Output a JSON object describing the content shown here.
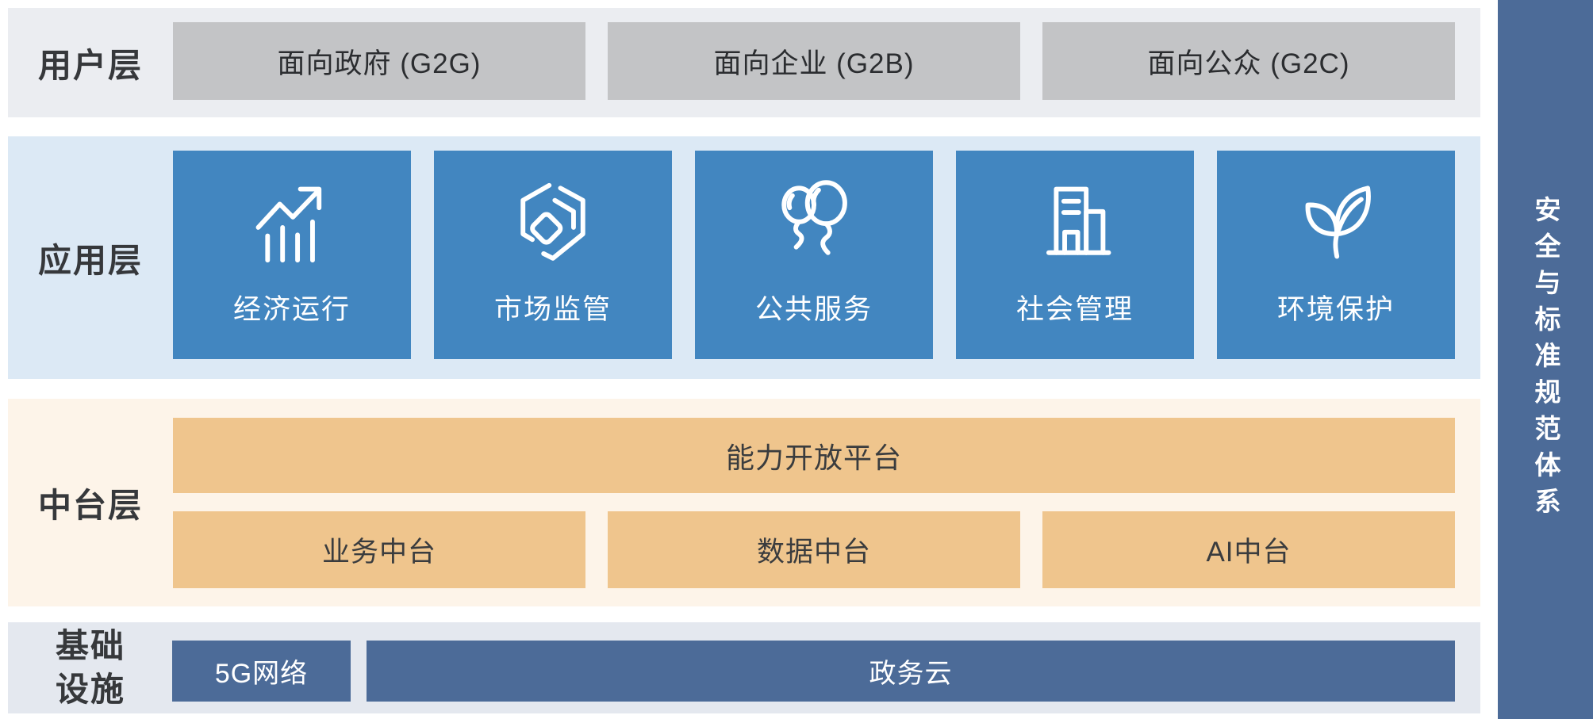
{
  "diagram": {
    "user_layer": {
      "label": "用户层",
      "boxes": [
        "面向政府 (G2G)",
        "面向企业 (G2B)",
        "面向公众 (G2C)"
      ]
    },
    "app_layer": {
      "label": "应用层",
      "cards": [
        {
          "label": "经济运行",
          "icon": "trend-chart-icon"
        },
        {
          "label": "市场监管",
          "icon": "hexagon-cube-icon"
        },
        {
          "label": "公共服务",
          "icon": "balloons-icon"
        },
        {
          "label": "社会管理",
          "icon": "buildings-icon"
        },
        {
          "label": "环境保护",
          "icon": "leaf-icon"
        }
      ]
    },
    "middle_layer": {
      "label": "中台层",
      "platform": "能力开放平台",
      "boxes": [
        "业务中台",
        "数据中台",
        "AI中台"
      ]
    },
    "infra_layer": {
      "label": "基础设施",
      "boxes": [
        "5G网络",
        "政务云"
      ]
    },
    "side_bar": {
      "label": "安全与标准规范体系"
    },
    "colors": {
      "user_row_bg": "#ebedf1",
      "user_box_bg": "#c3c4c6",
      "app_row_bg": "#dce9f5",
      "app_card_bg": "#4286c0",
      "middle_row_bg": "#fdf4e9",
      "middle_box_bg": "#efc58d",
      "infra_row_bg": "#e4e8ef",
      "infra_box_bg": "#4c6b98",
      "side_bar_bg": "#4c6b98",
      "text_dark": "#36383b",
      "text_white": "#ffffff"
    }
  }
}
